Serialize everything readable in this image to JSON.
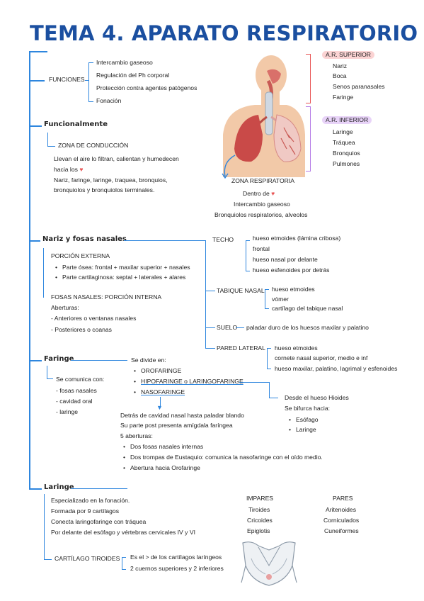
{
  "title": "TEMA 4. APARATO RESPIRATORIO",
  "colors": {
    "accent_blue": "#2e86de",
    "title_blue": "#1b4fa0",
    "red": "#e85555",
    "purple": "#b57be6"
  },
  "funciones": {
    "heading": "FUNCIONES",
    "items": [
      "Intercambio gaseoso",
      "Regulación del Ph corporal",
      "Protección contra agentes patógenos",
      "Fonación"
    ]
  },
  "ar_superior": {
    "label": "A.R. SUPERIOR",
    "items": [
      "Nariz",
      "Boca",
      "Senos paranasales",
      "Faringe"
    ]
  },
  "ar_inferior": {
    "label": "A.R. INFERIOR",
    "items": [
      "Laringe",
      "Tráquea",
      "Bronquios",
      "Pulmones"
    ]
  },
  "funcionalmente": {
    "heading": "Funcionalmente",
    "zona_conduccion": "ZONA DE CONDUCCIÓN",
    "lines": [
      "Llevan el aire lo filtran, calientan y humedecen",
      "hacia los",
      "Nariz, faringe, laringe, traquea, bronquios,",
      "bronquiolos y bronquiolos terminales."
    ]
  },
  "zona_respiratoria": {
    "heading": "ZONA RESPIRATORIA",
    "lines": [
      "Dentro de",
      "Intercambio gaseoso",
      "Bronquiolos respiratorios, alveolos"
    ]
  },
  "nariz": {
    "heading": "Nariz y fosas nasales",
    "porcion_externa": "PORCIÓN EXTERNA",
    "externa_items": [
      "Parte ósea: frontal + maxilar superior + nasales",
      "Parte cartilaginosa: septal + laterales + alares"
    ],
    "fosas": "FOSAS NASALES: PORCIÓN INTERNA",
    "aberturas": "Aberturas:",
    "aberturas_items": [
      "- Anteriores o ventanas nasales",
      "- Posteriores o coanas"
    ],
    "techo": {
      "label": "TECHO",
      "items": [
        "hueso etmoides (lámina cribosa)",
        "frontal",
        "hueso nasal por delante",
        "hueso esfenoides por detrás"
      ]
    },
    "tabique": {
      "label": "TABIQUE NASAL",
      "items": [
        "hueso etmoides",
        "vómer",
        "cartílago del tabique nasal"
      ]
    },
    "suelo": {
      "label": "SUELO",
      "text": "paladar duro de los huesos maxilar y palatino"
    },
    "pared": {
      "label": "PARED LATERAL",
      "items": [
        "hueso etmoides",
        "cornete nasal superior, medio e inf",
        "hueso maxilar, palatino, lagrimal y esfenoides"
      ]
    }
  },
  "faringe": {
    "heading": "Faringe",
    "comunica": "Se comunica con:",
    "comunica_items": [
      "- fosas nasales",
      "- cavidad oral",
      "- laringe"
    ],
    "divide": "Se divide en:",
    "partes": [
      "OROFARINGE",
      "HIPOFARINGE o LARINGOFARINGE",
      "NASOFARINGE"
    ],
    "hipo_lines": [
      "Desde el hueso Hioides",
      "Se bifurca hacia:"
    ],
    "hipo_items": [
      "Esófago",
      "Laringe"
    ],
    "naso_lines": [
      "Detrás de cavidad nasal hasta paladar blando",
      "Su parte post presenta amígdala faríngea",
      "5 aberturas:"
    ],
    "naso_items": [
      "Dos fosas nasales internas",
      "Dos trompas de Eustaquio: comunica la nasofaringe con el oído medio.",
      "Abertura hacia Orofaringe"
    ]
  },
  "laringe": {
    "heading": "Laringe",
    "lines": [
      "Especializado en la fonación.",
      "Formada por 9 cartílagos",
      "Conecta laringofaringe con tráquea",
      "Por delante del esófago y vértebras cervicales IV y VI"
    ],
    "impares": {
      "label": "IMPARES",
      "items": [
        "Tiroides",
        "Cricoides",
        "Epiglotis"
      ]
    },
    "pares": {
      "label": "PARES",
      "items": [
        "Aritenoides",
        "Corniculados",
        "Cuneiformes"
      ]
    },
    "tiroides": "CARTÍLAGO TIROIDES",
    "tiroides_items": [
      "Es el > de los cartílagos laríngeos",
      "2 cuernos superiores y 2 inferiores"
    ]
  }
}
